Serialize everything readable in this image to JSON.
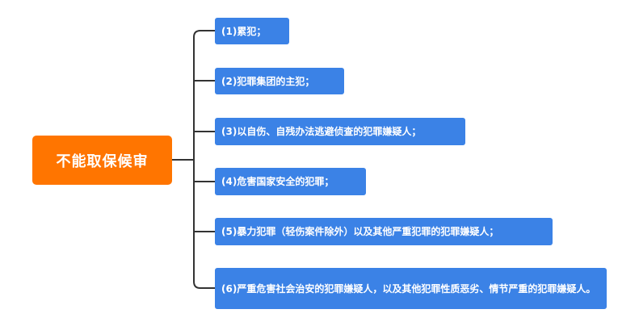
{
  "root": {
    "label": "不能取保候审"
  },
  "items": [
    {
      "label": "(1)累犯；"
    },
    {
      "label": "(2)犯罪集团的主犯；"
    },
    {
      "label": "(3)以自伤、自残办法逃避侦查的犯罪嫌疑人；"
    },
    {
      "label": "(4)危害国家安全的犯罪；"
    },
    {
      "label": "(5)暴力犯罪（轻伤案件除外）以及其他严重犯罪的犯罪嫌疑人；"
    },
    {
      "label": "(6)严重危害社会治安的犯罪嫌疑人，以及其他犯罪性质恶劣、情节严重的犯罪嫌疑人。"
    }
  ],
  "colors": {
    "root": "#ff7500",
    "node": "#3b82e6",
    "line": "#333333"
  }
}
